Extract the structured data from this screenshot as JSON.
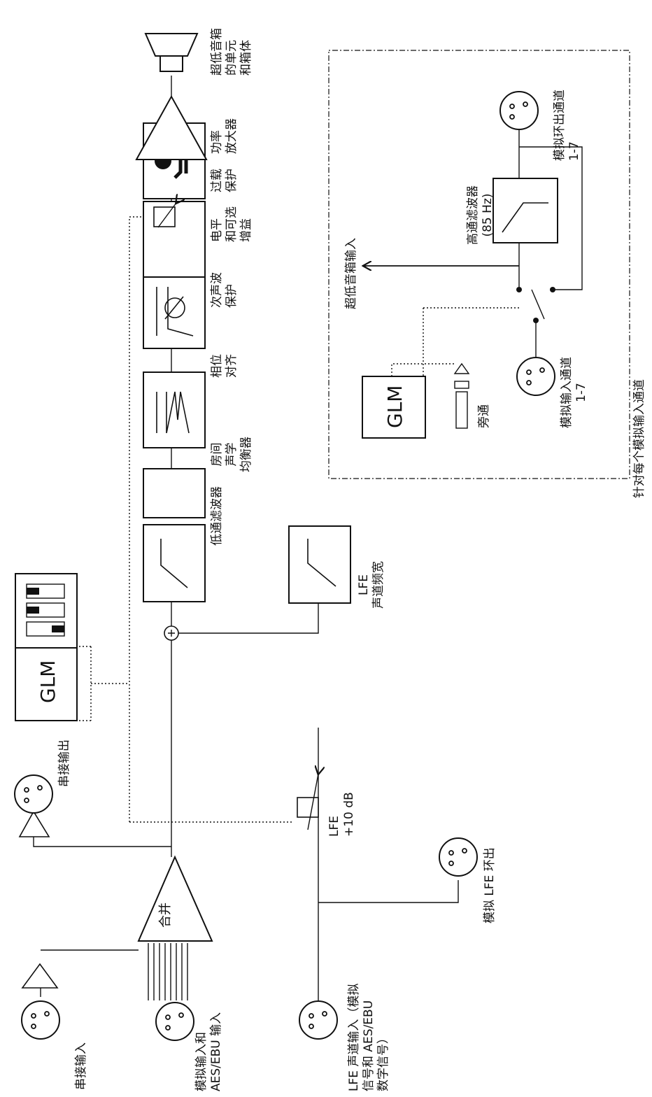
{
  "labels": {
    "series_in": "串接输入",
    "series_out": "串接输出",
    "analog_in": [
      "模拟输入和",
      "AES/EBU 输入"
    ],
    "merge": "合并",
    "lfe_channel_in": [
      "LFE 声道输入（模拟",
      "信号和 AES/EBU",
      "数字信号）"
    ],
    "analog_lfe_out": "模拟 LFE 环出",
    "lfe_gain": [
      "LFE",
      "+10 dB"
    ],
    "lowpass": "低通滤波器",
    "lfe_bandwidth": [
      "LFE",
      "声道频宽"
    ],
    "room_eq": [
      "房间",
      "声学",
      "均衡器"
    ],
    "phase": [
      "相位",
      "对齐"
    ],
    "subsonic": [
      "次声波",
      "保护"
    ],
    "overload": [
      "过载",
      "保护"
    ],
    "level": [
      "电平",
      "和可选",
      "增益"
    ],
    "amp": [
      "功率",
      "放大器"
    ],
    "driver": [
      "超低音箱",
      "的单元",
      "和箱体"
    ],
    "glm": "GLM",
    "glm_inset": "GLM",
    "bypass": "旁通",
    "sub_input": "超低音箱输入",
    "highpass": [
      "高通滤波器",
      "(85 Hz)"
    ],
    "analog_in_ch": [
      "模拟输入通道",
      "1-7"
    ],
    "analog_loop_out": [
      "模拟环出通道",
      "1-7"
    ],
    "per_channel": "针对每个模拟输入通道"
  },
  "icons": [
    "xlr-connector-icon",
    "amplifier-triangle-icon",
    "speaker-icon",
    "filter-curve-icon",
    "phase-icon",
    "overload-icon",
    "dip-switch-icon",
    "gain-knob-icon",
    "summing-node-icon"
  ]
}
